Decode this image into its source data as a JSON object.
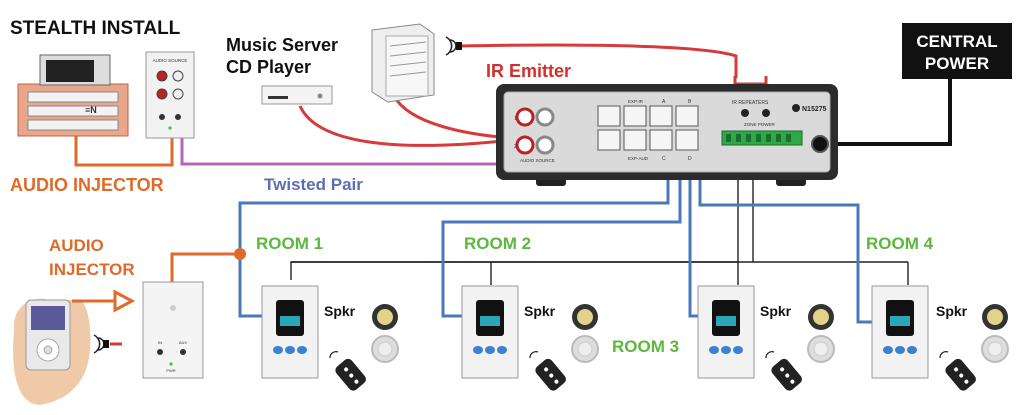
{
  "labels": {
    "stealth_install": "STEALTH INSTALL",
    "music_server_line1": "Music Server",
    "music_server_line2": "CD Player",
    "ir_emitter": "IR Emitter",
    "central_power_line1": "CENTRAL",
    "central_power_line2": "POWER",
    "audio_injector_top": "AUDIO INJECTOR",
    "twisted_pair": "Twisted Pair",
    "audio_injector_left_line1": "AUDIO",
    "audio_injector_left_line2": "INJECTOR",
    "room1": "ROOM 1",
    "room2": "ROOM 2",
    "room3": "ROOM 3",
    "room4": "ROOM 4",
    "spkr": "Spkr"
  },
  "hub": {
    "model": "N15275",
    "ir_repeaters": "IR REPEATERS",
    "zone_power": "ZONE POWER",
    "audio_source": "AUDIO SOURCE",
    "exp_ir": "EXP-IR",
    "exp_aud": "EXP-AUD",
    "port_a": "A",
    "port_b": "B",
    "port_c": "C",
    "port_d": "D",
    "num_1": "1",
    "num_2": "2"
  },
  "wall_plate": {
    "title": "AUDIO SOURCE",
    "pwr": "PWR",
    "in": "IN",
    "aux": "AUX"
  },
  "colors": {
    "audio_injector": "#e06a2b",
    "twisted_pair": "#5b6fb5",
    "ir_emitter": "#d42f2f",
    "room": "#5cb83c",
    "power": "#111111",
    "cable_blue": "#4a78b8",
    "cable_purple": "#b565b5",
    "cable_red": "#d63a3a"
  }
}
